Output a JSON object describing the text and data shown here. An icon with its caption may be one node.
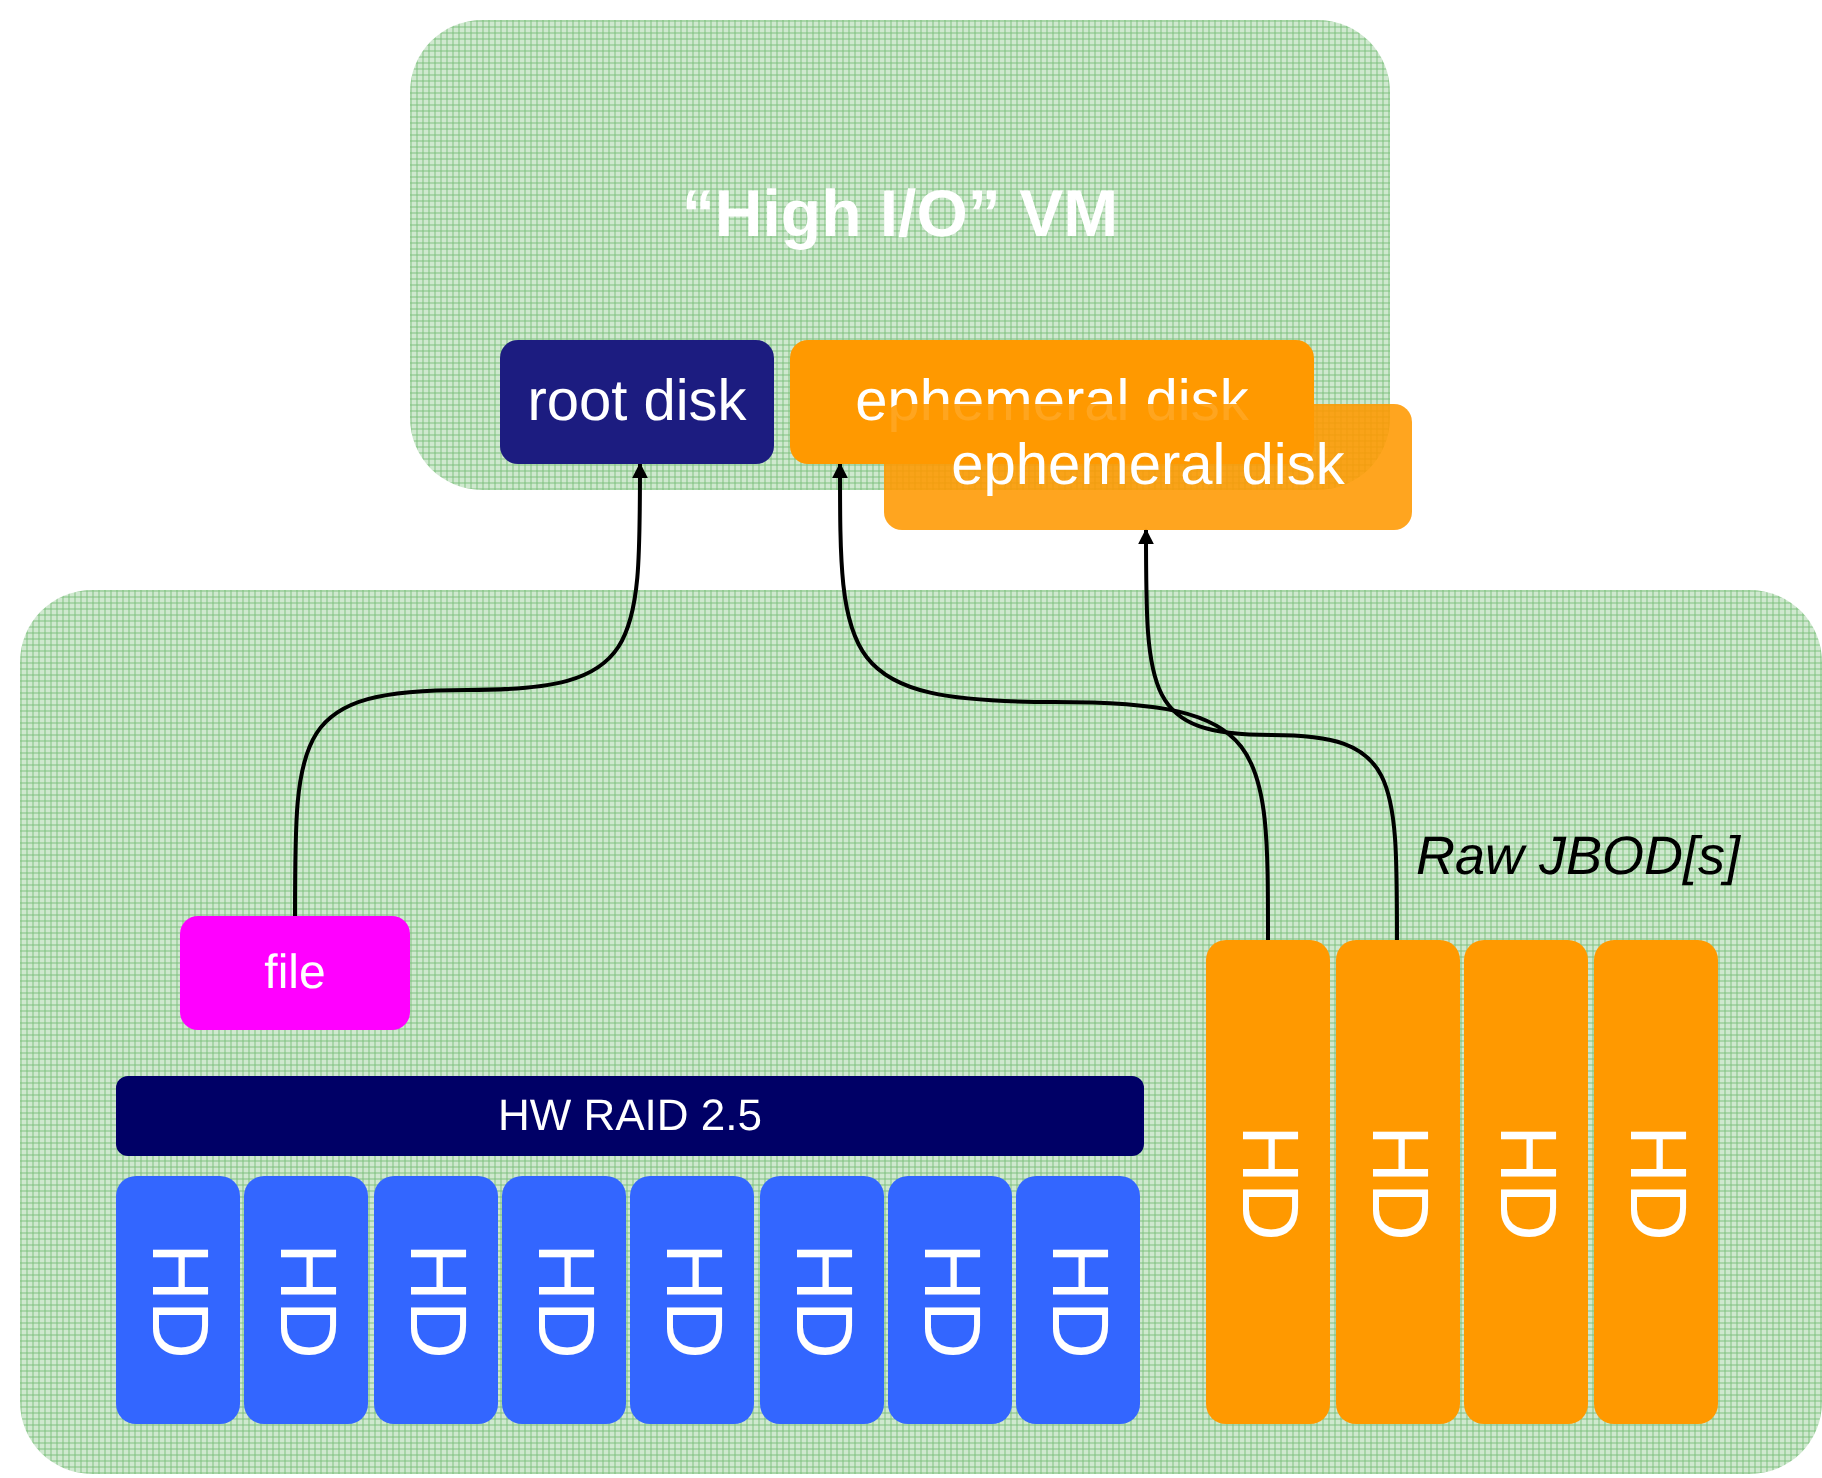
{
  "diagram": {
    "nodes": [
      {
        "text": [
          "“High I/O” VM"
        ]
      },
      {
        "text": [
          "root disk"
        ],
        "in": 0
      },
      {
        "text": [
          "ephemeral disk"
        ],
        "in": 0
      },
      {
        "text": [
          "ephemeral disk"
        ]
      },
      {
        "text": [],
        "shape": "box"
      },
      {
        "text": [
          "file"
        ],
        "in": 4
      },
      {
        "text": [
          "HW RAID 2.5"
        ],
        "in": 4
      },
      {
        "text": [
          "HD"
        ],
        "in": 4
      },
      {
        "text": [
          "HD"
        ],
        "in": 4
      },
      {
        "text": [
          "HD"
        ],
        "in": 4
      },
      {
        "text": [
          "HD"
        ],
        "in": 4
      },
      {
        "text": [
          "HD"
        ],
        "in": 4
      },
      {
        "text": [
          "HD"
        ],
        "in": 4
      },
      {
        "text": [
          "HD"
        ],
        "in": 4
      },
      {
        "text": [
          "HD"
        ],
        "in": 4
      },
      {
        "text": [
          "HD"
        ],
        "in": 4
      },
      {
        "text": [
          "HD"
        ],
        "in": 4
      },
      {
        "text": [
          "HD"
        ],
        "in": 4
      },
      {
        "text": [
          "HD"
        ],
        "in": 4
      }
    ],
    "edges": [
      {
        "from": 5,
        "to": 1,
        "arrow": "to"
      },
      {
        "from": 15,
        "to": 2,
        "arrow": "to"
      },
      {
        "from": 16,
        "to": 3,
        "arrow": "to"
      }
    ],
    "labels": [
      "Raw JBOD[s]"
    ]
  }
}
